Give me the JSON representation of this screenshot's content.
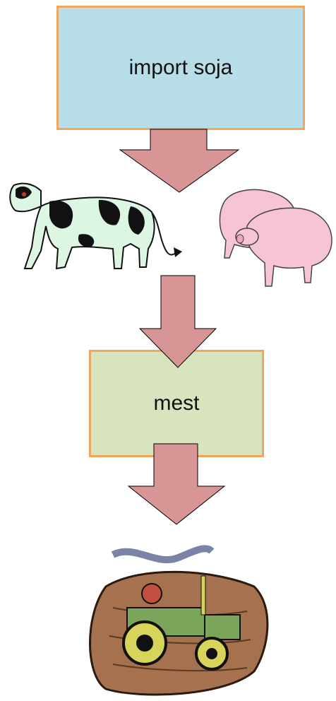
{
  "diagram": {
    "nodes": [
      {
        "id": "soja",
        "label": "import soja",
        "fill": "#b7dde8"
      },
      {
        "id": "animals",
        "icons": [
          "cow-icon",
          "pigs-icon"
        ]
      },
      {
        "id": "mest",
        "label": "mest",
        "fill": "#d7e4bd"
      },
      {
        "id": "land",
        "icons": [
          "tractor-icon"
        ]
      }
    ],
    "edges": [
      {
        "from": "soja",
        "to": "animals"
      },
      {
        "from": "animals",
        "to": "mest"
      },
      {
        "from": "mest",
        "to": "land"
      }
    ],
    "colors": {
      "border": "#f4a55c",
      "arrow_fill": "#d79595",
      "arrow_stroke": "#000000"
    }
  }
}
